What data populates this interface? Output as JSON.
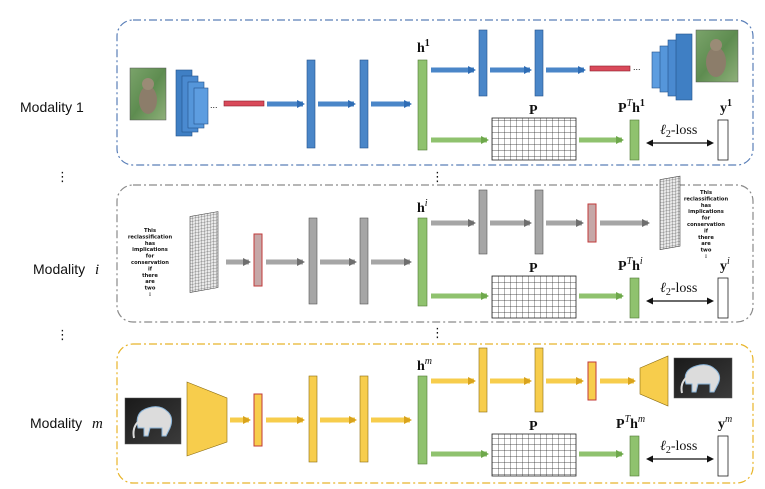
{
  "modalities": [
    {
      "label": "Modality 1",
      "hidden": "h",
      "hidden_sup": "1",
      "proj": "P",
      "proj_out": "P",
      "proj_out_sup": "T",
      "proj_out_h": "h",
      "proj_out_h_sup": "1",
      "target": "y",
      "target_sup": "1",
      "loss": "ℓ",
      "loss_sub": "2",
      "loss_suffix": "-loss",
      "color": "#4a86c8",
      "border": "#5a7fb8"
    },
    {
      "label_prefix": "Modality ",
      "label_var": "i",
      "hidden": "h",
      "hidden_sup": "i",
      "proj": "P",
      "proj_out": "P",
      "proj_out_sup": "T",
      "proj_out_h": "h",
      "proj_out_h_sup": "i",
      "target": "y",
      "target_sup": "i",
      "loss": "ℓ",
      "loss_sub": "2",
      "loss_suffix": "-loss",
      "color": "#a6a6a6",
      "border": "#8a8a8a",
      "text_words": [
        "This",
        "reclassification",
        "has",
        "implications",
        "for",
        "conservation",
        "if",
        "there",
        "are",
        "two"
      ]
    },
    {
      "label_prefix": "Modality ",
      "label_var": "m",
      "hidden": "h",
      "hidden_sup": "m",
      "proj": "P",
      "proj_out": "P",
      "proj_out_sup": "T",
      "proj_out_h": "h",
      "proj_out_h_sup": "m",
      "target": "y",
      "target_sup": "m",
      "loss": "ℓ",
      "loss_sub": "2",
      "loss_suffix": "-loss",
      "color": "#f7cd4c",
      "border": "#e8b52a"
    }
  ],
  "colors": {
    "hidden_green": "#8fc26e",
    "arrow_green": "#8fc26e",
    "red_bar": "#d43a3a",
    "grid_line": "#222222"
  }
}
